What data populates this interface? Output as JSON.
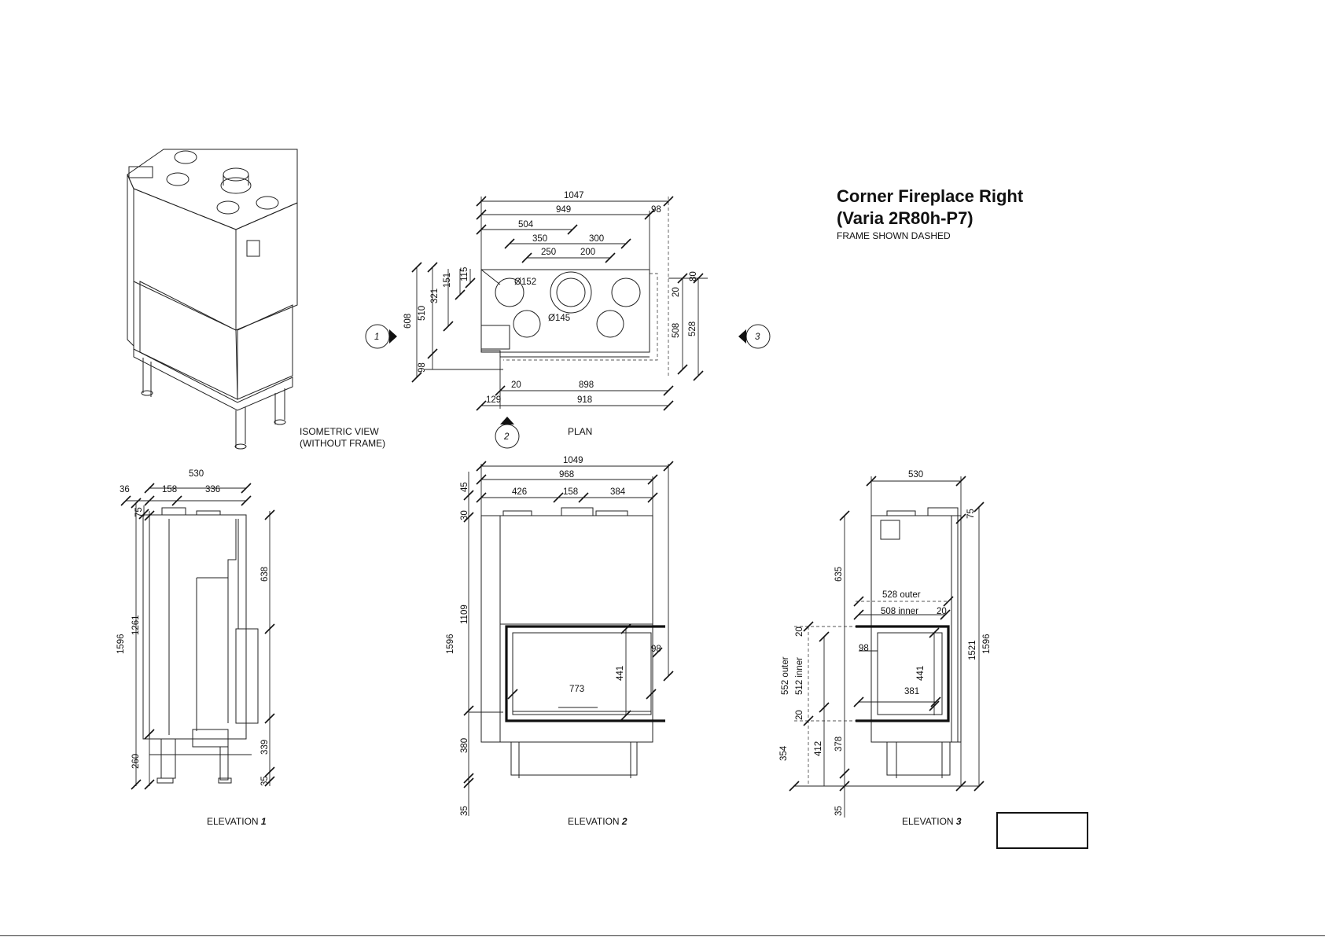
{
  "title_line1": "Corner Fireplace Right",
  "title_line2": "(Varia 2R80h-P7)",
  "subtitle": "FRAME SHOWN DASHED",
  "captions": {
    "isometric_1": "ISOMETRIC VIEW",
    "isometric_2": "(WITHOUT FRAME)",
    "plan": "PLAN",
    "elevation1": "ELEVATION ",
    "elevation1_num": "1",
    "elevation2": "ELEVATION ",
    "elevation2_num": "2",
    "elevation3": "ELEVATION ",
    "elevation3_num": "3"
  },
  "view_markers": {
    "m1": "1",
    "m2": "2",
    "m3": "3"
  },
  "plan_dims": {
    "d1047": "1047",
    "d949": "949",
    "d98a": "98",
    "d504": "504",
    "d350": "350",
    "d300": "300",
    "d250": "250",
    "d200": "200",
    "d152": "Ø152",
    "d145": "Ø145",
    "d115": "115",
    "d151": "151",
    "d321": "321",
    "d510": "510",
    "d608": "608",
    "d98b": "98",
    "d80": "80",
    "d20a": "20",
    "d508": "508",
    "d528": "528",
    "d20b": "20",
    "d898": "898",
    "d129": "129",
    "d918": "918"
  },
  "elev1_dims": {
    "d530": "530",
    "d36": "36",
    "d158": "158",
    "d336": "336",
    "d75": "75",
    "d1596": "1596",
    "d1261": "1261",
    "d638": "638",
    "d339": "339",
    "d260": "260",
    "d35": "35"
  },
  "elev2_dims": {
    "d1049": "1049",
    "d968": "968",
    "d426": "426",
    "d158": "158",
    "d384": "384",
    "d45": "45",
    "d30": "30",
    "d1109": "1109",
    "d1596": "1596",
    "d98": "98",
    "d441": "441",
    "d773": "773",
    "d380": "380",
    "d35": "35"
  },
  "elev3_dims": {
    "d530": "530",
    "d75": "75",
    "d635": "635",
    "d528": "528 outer",
    "d508": "508 inner",
    "d20a": "20",
    "d20b": "20",
    "d98": "98",
    "d441": "441",
    "d381": "381",
    "d552": "552 outer",
    "d512": "512 inner",
    "d20c": "20",
    "d1521": "1521",
    "d1596": "1596",
    "d354": "354",
    "d412": "412",
    "d378": "378",
    "d35": "35"
  }
}
